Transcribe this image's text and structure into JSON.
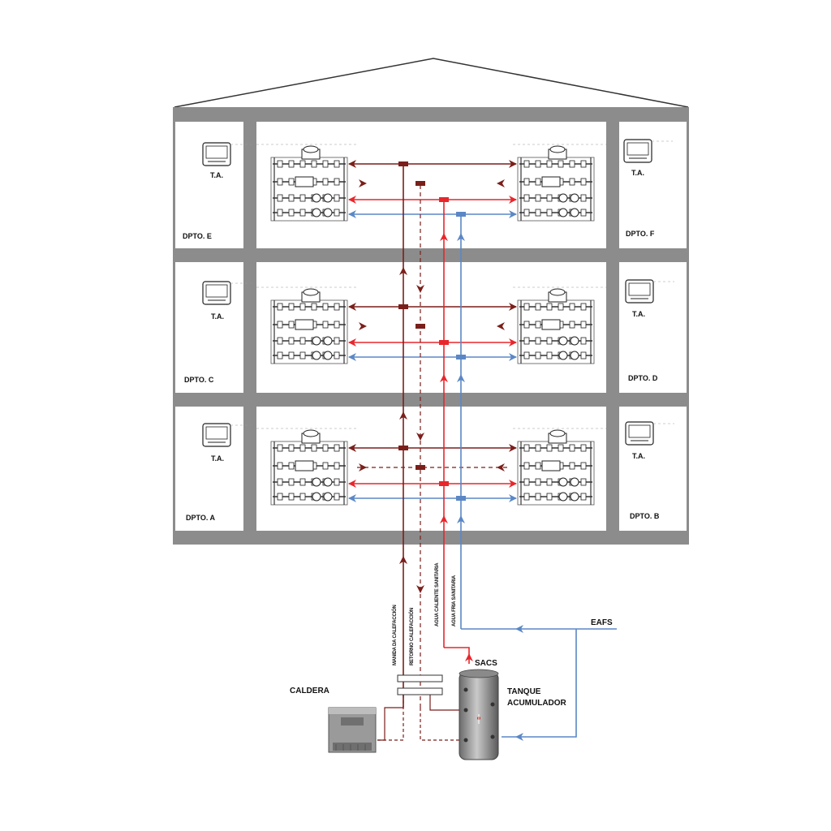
{
  "colors": {
    "structure": "#8c8c8c",
    "heating_supply": "#7a1f1a",
    "heating_return": "#7a1f1a",
    "hot_water": "#e8262b",
    "cold_water": "#5b87c5"
  },
  "apartments": [
    {
      "id": "A",
      "label": "DPTO. A",
      "thermostat_label": "T.A."
    },
    {
      "id": "B",
      "label": "DPTO. B",
      "thermostat_label": "T.A."
    },
    {
      "id": "C",
      "label": "DPTO. C",
      "thermostat_label": "T.A."
    },
    {
      "id": "D",
      "label": "DPTO. D",
      "thermostat_label": "T.A."
    },
    {
      "id": "E",
      "label": "DPTO. E",
      "thermostat_label": "T.A."
    },
    {
      "id": "F",
      "label": "DPTO. F",
      "thermostat_label": "T.A."
    }
  ],
  "equipment": {
    "boiler": "CALDERA",
    "tank_line1": "TANQUE",
    "tank_line2": "ACUMULADOR",
    "sacs": "SACS",
    "eafs": "EAFS"
  },
  "pipes": {
    "heating_supply": "MANIDA DA CALEFACCIÓN",
    "heating_return": "RETORNO CALEFACCIÓN",
    "hot_water": "AGUA CALIENTE SANITARIA",
    "cold_water": "AGUA FRIA SANITARIA"
  }
}
